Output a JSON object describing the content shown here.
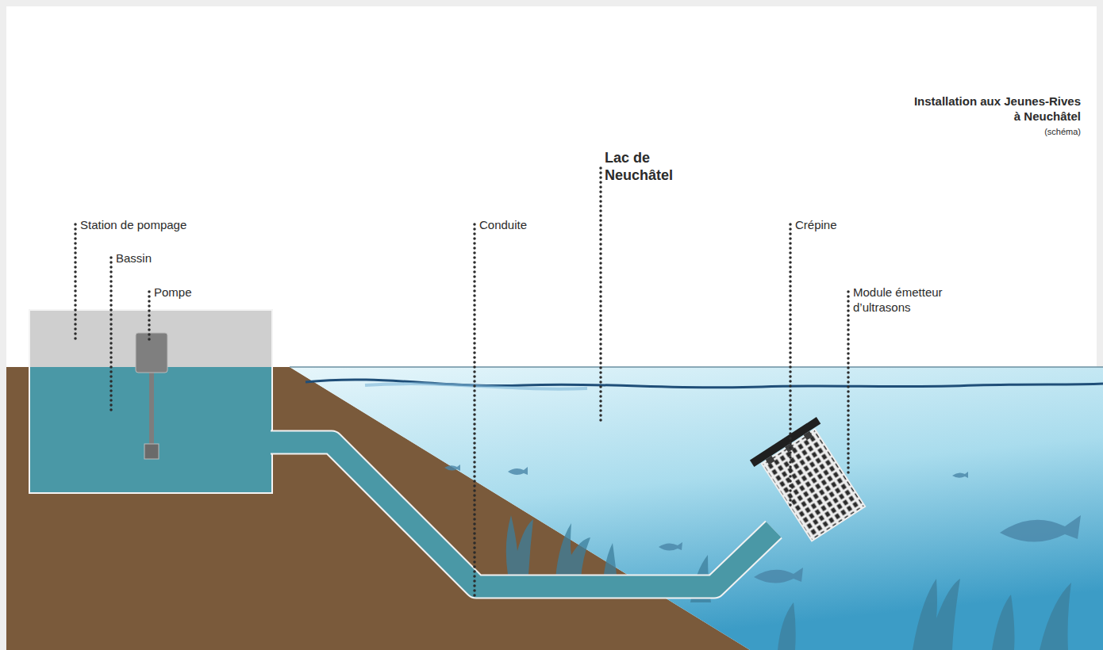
{
  "diagram": {
    "title": "Installation aux Jeunes-Rives à Neuchâtel",
    "labels": [
      "(schéma)",
      "Station de pompage",
      "Bassin",
      "Pompe",
      "Conduite",
      "Lac de Neuchâtel",
      "Crépine",
      "Module émetteur d’ultrasons"
    ]
  }
}
